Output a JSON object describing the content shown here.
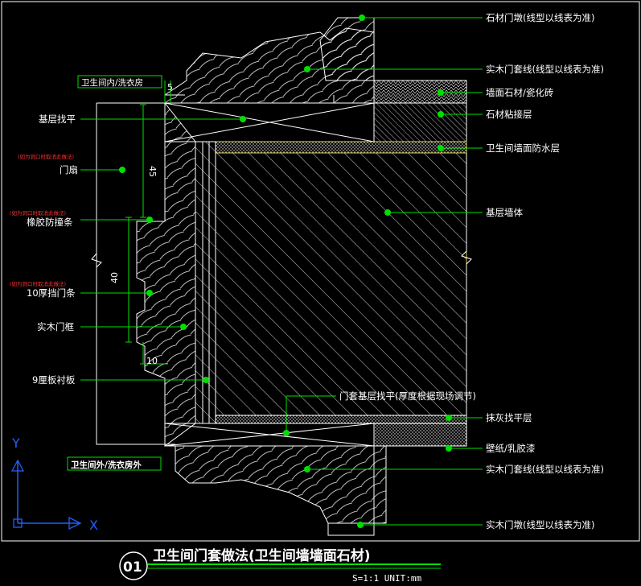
{
  "labels_right": [
    {
      "name": "stone-door-pier",
      "text": "石材门墩(线型以线表为准)"
    },
    {
      "name": "wood-door-trim-top",
      "text": "实木门套线(线型以线表为准)"
    },
    {
      "name": "wall-stone",
      "text": "墙面石材/瓷化砖"
    },
    {
      "name": "stone-adhesive",
      "text": "石材粘接层"
    },
    {
      "name": "waterproof-layer",
      "text": "卫生间墙面防水层"
    },
    {
      "name": "base-wall",
      "text": "基层墙体"
    },
    {
      "name": "plaster-layer",
      "text": "抹灰找平层"
    },
    {
      "name": "wallpaper-paint",
      "text": "壁纸/乳胶漆"
    },
    {
      "name": "wood-door-trim-bottom",
      "text": "实木门套线(线型以线表为准)"
    },
    {
      "name": "wood-door-pier",
      "text": "实木门墩(线型以线表为准)"
    }
  ],
  "labels_left": [
    {
      "name": "base-leveling",
      "text": "基层找平",
      "note": ""
    },
    {
      "name": "door-leaf",
      "text": "门扇",
      "note": "(如为洞口时取消此做法)"
    },
    {
      "name": "rubber-strip",
      "text": "橡胶防撞条",
      "note": "(如为洞口时取消此做法)"
    },
    {
      "name": "door-stop",
      "text": "10厚挡门条",
      "note": "(如为洞口时取消此做法)"
    },
    {
      "name": "wood-frame",
      "text": "实木门框",
      "note": ""
    },
    {
      "name": "plywood-backing",
      "text": "9厘板衬板",
      "note": ""
    }
  ],
  "center_label": "门套基层找平(厚度根据现场调节)",
  "room_inside": "卫生间内/洗衣房",
  "room_outside": "卫生间外/洗衣房外",
  "dimensions": {
    "d5": "5",
    "d45": "45",
    "d40": "40",
    "d10": "10"
  },
  "axes": {
    "y": "Y",
    "x": "X"
  },
  "title_number": "01",
  "title": "卫生间门套做法(卫生间墙墙面石材)",
  "scale_text": "S=1:1  UNIT:mm",
  "colors": {
    "background": "#000000",
    "leader": "#00e000",
    "line": "#ffffff",
    "accent": "#e0d050",
    "note": "#ff3030",
    "axis": "#2060ff"
  }
}
